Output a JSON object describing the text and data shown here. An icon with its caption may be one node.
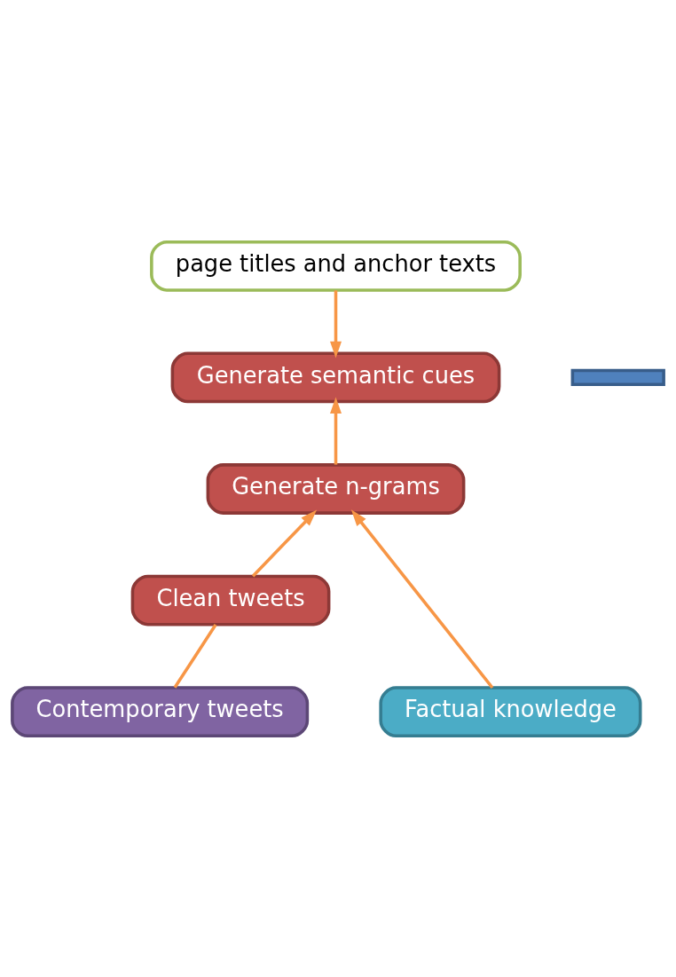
{
  "diagram": {
    "nodes": [
      {
        "text": [
          "page titles and anchor texts"
        ]
      },
      {
        "text": [
          "Generate semantic cues"
        ]
      },
      {
        "text": [],
        "shape": "bar"
      },
      {
        "text": [
          "Generate n-grams"
        ]
      },
      {
        "text": [
          "Clean tweets"
        ]
      },
      {
        "text": [
          "Contemporary tweets"
        ]
      },
      {
        "text": [
          "Factual knowledge"
        ]
      }
    ],
    "edges": [
      {
        "from": 0,
        "to": 1,
        "arrow": "to"
      },
      {
        "from": 3,
        "to": 1,
        "arrow": "to"
      },
      {
        "from": 4,
        "to": 3,
        "arrow": "to"
      },
      {
        "from": 6,
        "to": 3,
        "arrow": "to"
      },
      {
        "from": 5,
        "to": 4,
        "arrow": "none"
      }
    ]
  }
}
